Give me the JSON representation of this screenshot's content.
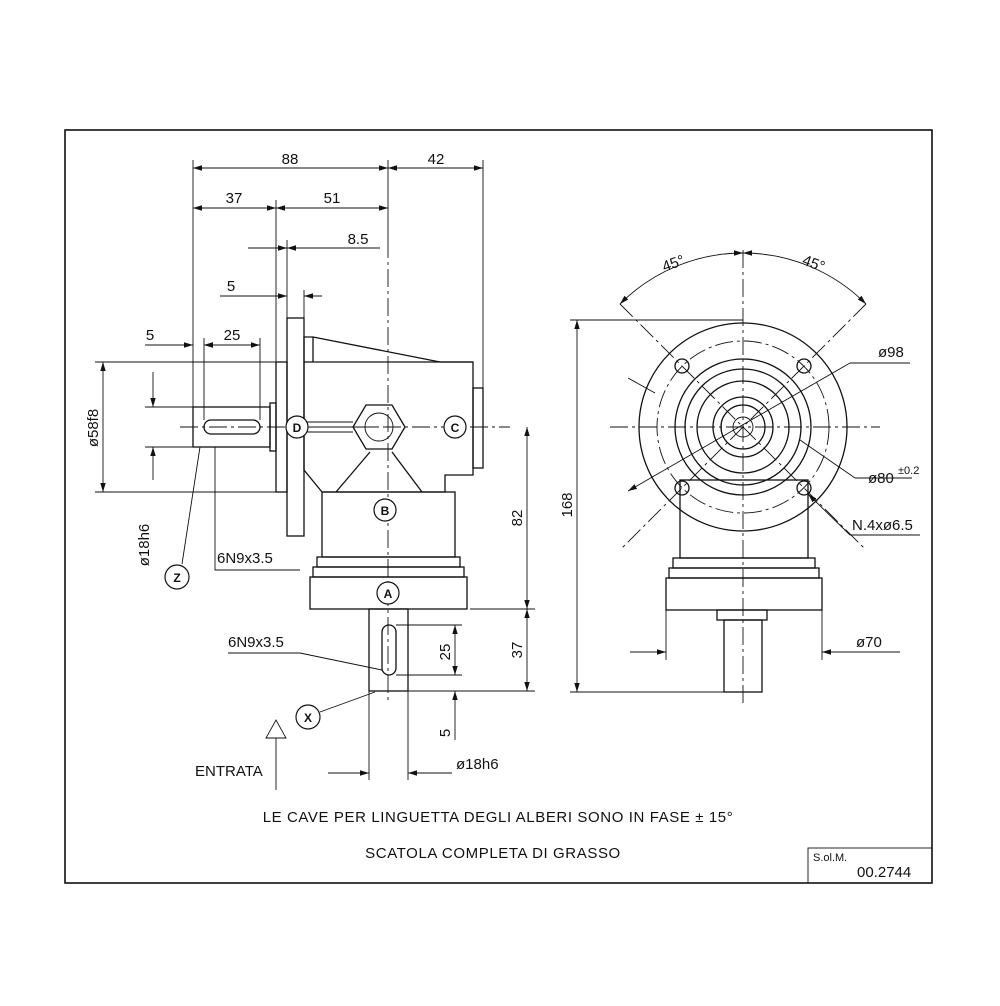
{
  "dimensions": {
    "d88": "88",
    "d42": "42",
    "d37_top": "37",
    "d51": "51",
    "d8_5": "8.5",
    "d5_flange": "5",
    "d5_shaft": "5",
    "d25_shaft": "25",
    "d58f8": "ø58f8",
    "d18h6_left": "ø18h6",
    "key_left": "6N9x3.5",
    "d82": "82",
    "d168": "168",
    "key_bottom": "6N9x3.5",
    "d25_bottom": "25",
    "d37_right": "37",
    "d5_bottom": "5",
    "d18h6_bottom": "ø18h6",
    "angle_left": "45°",
    "angle_right": "45°",
    "d98": "ø98",
    "d80": "ø80",
    "d80_tol": "±0.2",
    "holes": "N.4xø6.5",
    "d70": "ø70"
  },
  "labels": {
    "A": "A",
    "B": "B",
    "C": "C",
    "D": "D",
    "X": "X",
    "Z": "Z"
  },
  "notes": {
    "entrata": "ENTRATA",
    "line1": "LE CAVE PER LINGUETTA DEGLI ALBERI SONO IN FASE ± 15°",
    "line2": "SCATOLA COMPLETA DI GRASSO"
  },
  "title_block": {
    "label": "S.ol.M.",
    "number": "00.2744"
  }
}
